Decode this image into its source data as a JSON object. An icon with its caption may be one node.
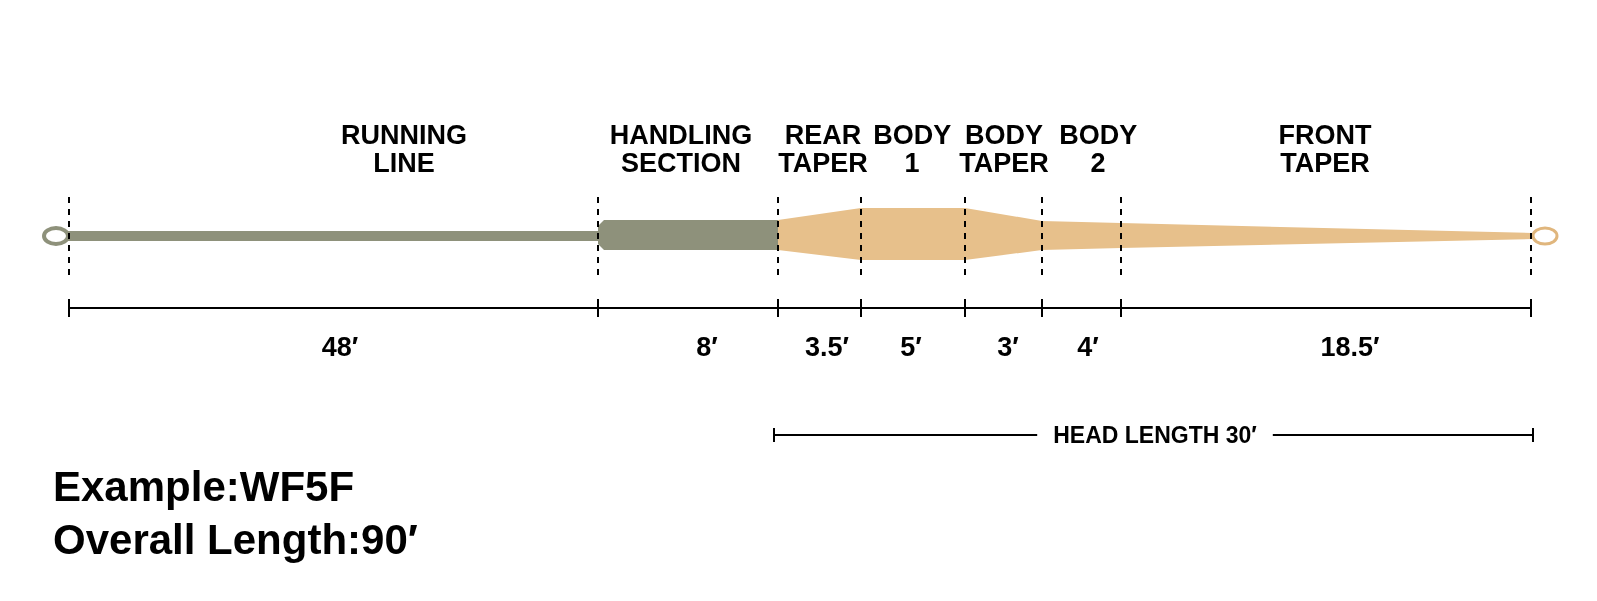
{
  "diagram": {
    "labels": [
      "RUNNING LINE",
      "HANDLING SECTION",
      "REAR TAPER",
      "BODY 1",
      "BODY TAPER",
      "BODY 2",
      "FRONT TAPER",
      "48′",
      "8′",
      "3.5′",
      "5′",
      "3′",
      "4′",
      "18.5′",
      "HEAD LENGTH 30′",
      "Example:WF5F",
      "Overall Length:90′"
    ]
  }
}
